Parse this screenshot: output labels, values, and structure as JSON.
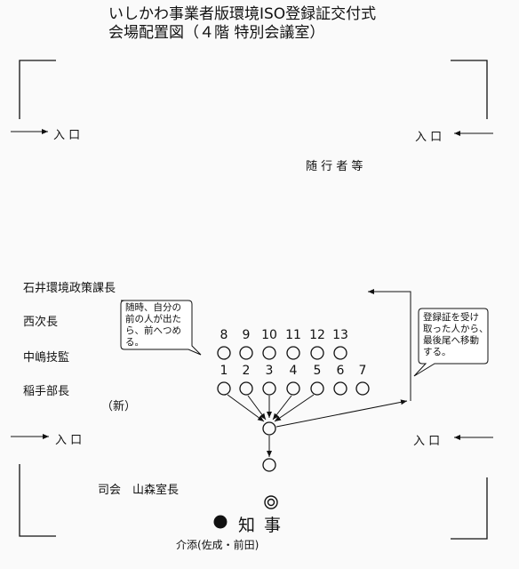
{
  "title": {
    "line1": "いしかわ事業者版環境ISO登録証交付式",
    "line2": "会場配置図（４階 特別会議室）"
  },
  "entrances": {
    "top_left": "入 口",
    "top_right": "入 口",
    "bottom_left": "入 口",
    "bottom_right": "入 口"
  },
  "attendants": "随 行 者 等",
  "officials": [
    "石井環境政策課長",
    "西次長",
    "中嶋技監",
    "稲手部長"
  ],
  "new_label": "（新）",
  "callout_left": [
    "随時、自分の",
    "前の人が出た",
    "ら、前へつめ",
    "る。"
  ],
  "callout_right": [
    "登録証を受け",
    "取った人から、",
    "最後尾へ移動",
    "する。"
  ],
  "seats_back": [
    "8",
    "9",
    "10",
    "11",
    "12",
    "13"
  ],
  "seats_front": [
    "1",
    "2",
    "3",
    "4",
    "5",
    "6",
    "7"
  ],
  "mc": "司会　山森室長",
  "governor": "知 事",
  "assistants": "介添(佐成・前田)"
}
